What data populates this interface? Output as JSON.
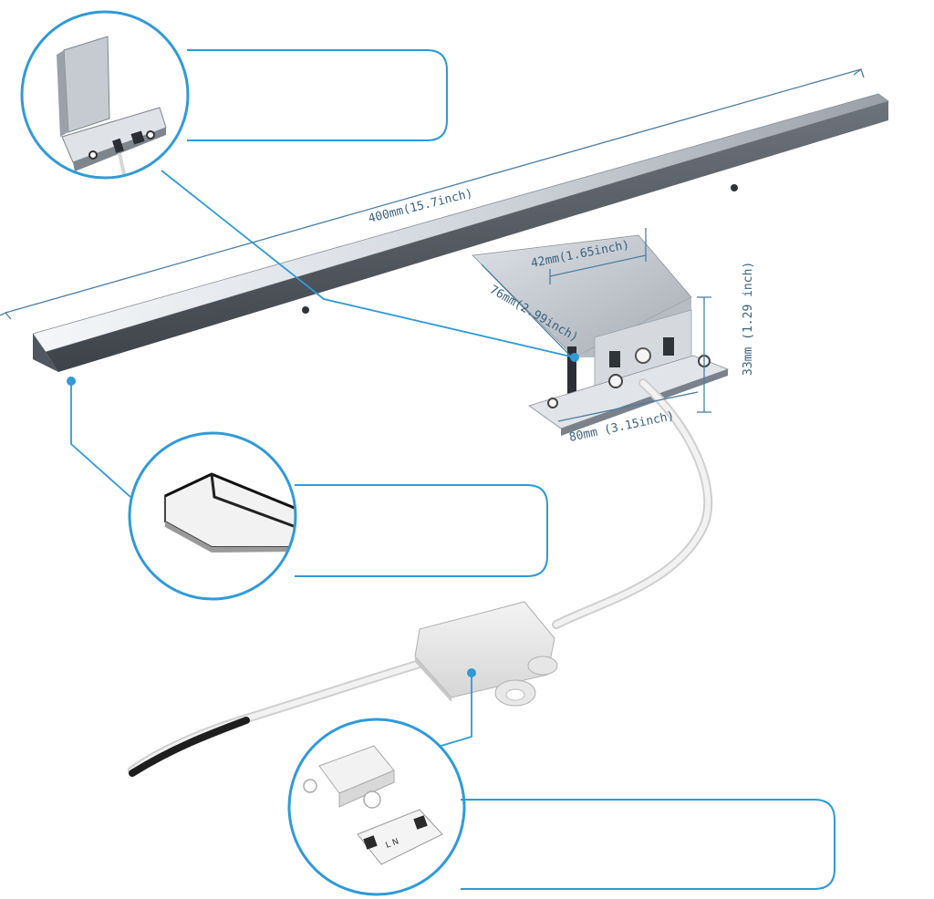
{
  "dimensions": {
    "length": "400mm(15.7inch)",
    "arm_width": "42mm(1.65inch)",
    "arm_depth": "76mm(2.99inch)",
    "height": "33mm (1.29 inch)",
    "base_width": "80mm (3.15inch)"
  },
  "callouts": [
    {
      "id": "bracket-callout",
      "text": ""
    },
    {
      "id": "end-cap-callout",
      "text": ""
    },
    {
      "id": "driver-callout",
      "text": ""
    }
  ],
  "colors": {
    "callout_blue": "#2f9ad8",
    "dimension_text": "#39617f",
    "chrome_light": "#e9edf2",
    "chrome_dark": "#8e959e",
    "cable": "#e6e6e6",
    "driver_box": "#ececec"
  }
}
